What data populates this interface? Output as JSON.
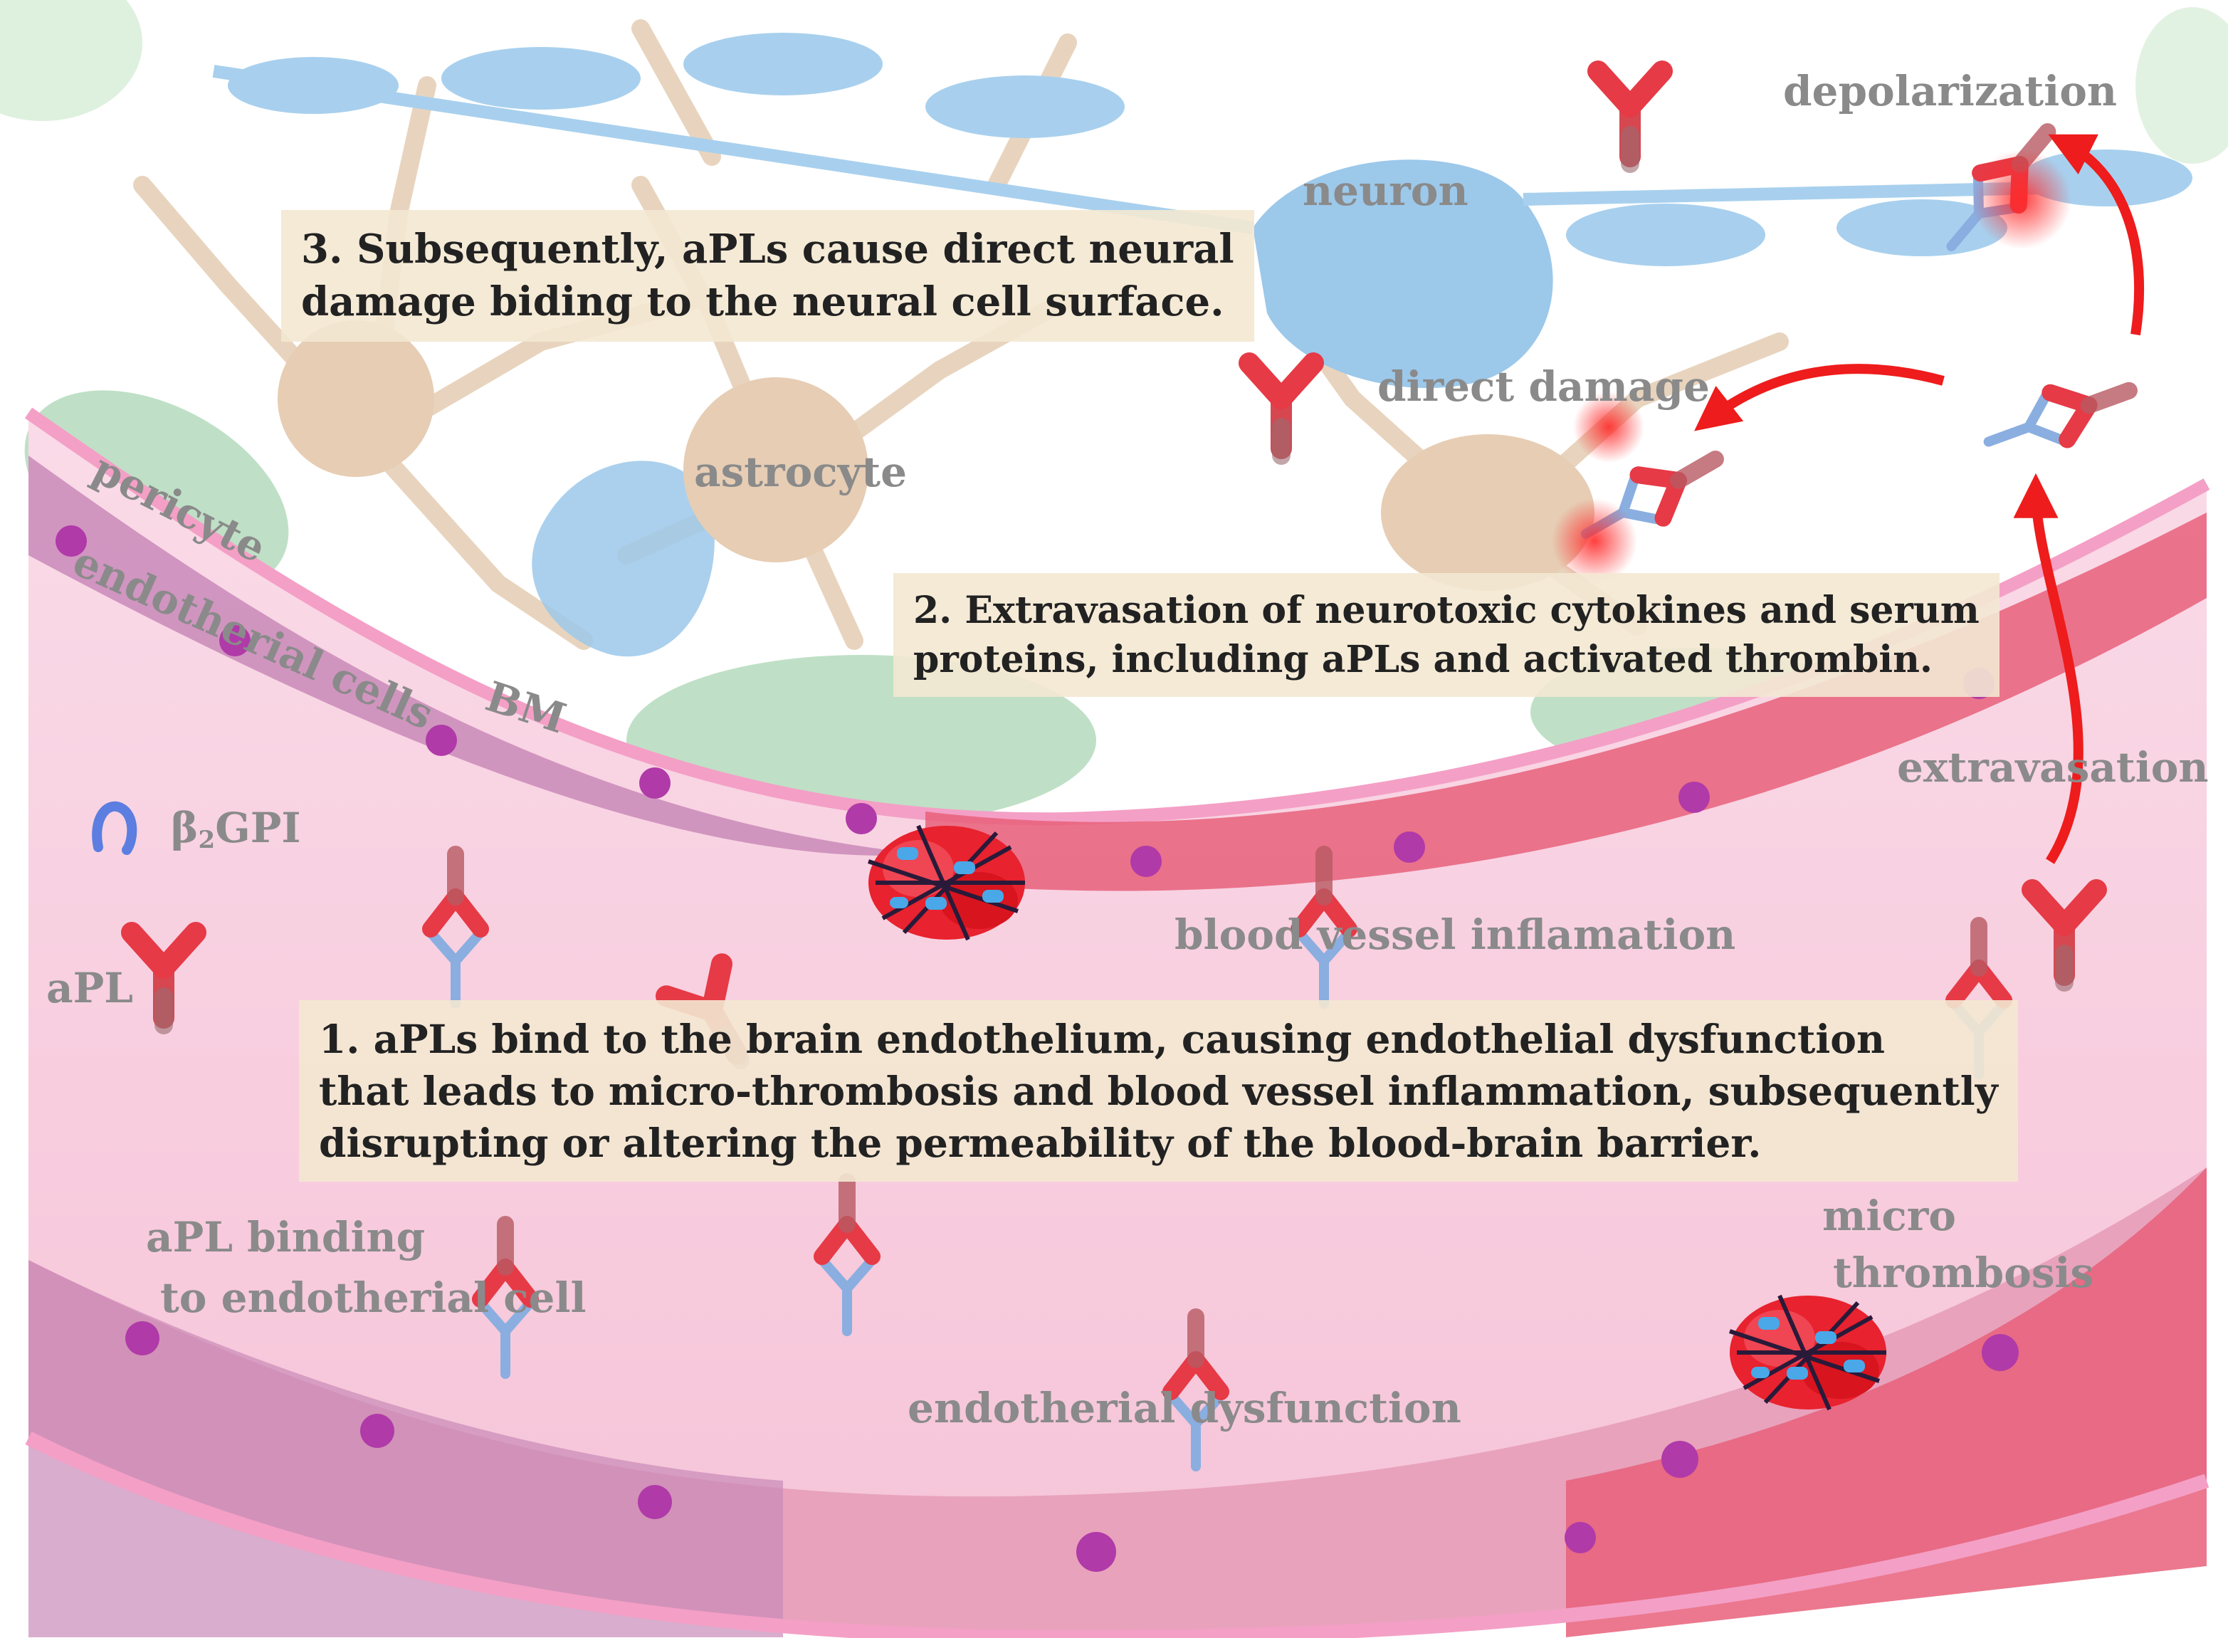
{
  "labels": {
    "depolarization": "depolarization",
    "neuron": "neuron",
    "direct_damage": "direct damage",
    "astrocyte": "astrocyte",
    "pericyte": "pericyte",
    "endotherial_cells": "endotherial cells",
    "bm": "BM",
    "extravasation": "extravasation",
    "beta2gpi_prefix": "β",
    "beta2gpi_sub": "2",
    "beta2gpi_suffix": "GPI",
    "apl": "aPL",
    "blood_vessel_inflamation": "blood vessel inflamation",
    "micro": "micro",
    "thrombosis": "thrombosis",
    "apl_binding_line1": "aPL binding",
    "apl_binding_line2": "to endotherial cell",
    "endotherial_dysfunction": "endotherial dysfunction"
  },
  "steps": {
    "step3": [
      "3. Subsequently, aPLs cause direct neural",
      "damage biding to the neural cell surface."
    ],
    "step2": [
      "2. Extravasation of neurotoxic cytokines and serum",
      "proteins, including aPLs and activated thrombin."
    ],
    "step1": [
      "1.  aPLs bind to the brain endothelium, causing endothelial dysfunction",
      "that leads to micro-thrombosis and blood vessel inflammation, subsequently",
      "disrupting or altering the permeability of the blood-brain barrier."
    ]
  },
  "colors": {
    "vessel_lumen": "#f8cfe0",
    "vessel_wall": "#f49fc6",
    "endothelial_red": "#e8607a",
    "endothelial_purple": "#c98ab8",
    "nucleus": "#b03aa8",
    "pericyte_green": "#bfe0c6",
    "neuron_blue": "#9cc8ea",
    "astrocyte_tan": "#e6cdb4",
    "antibody_red": "#e63a46",
    "b2gpi_blue": "#7aa4e0",
    "arrow_red": "#ee1c1c",
    "label_gray": "#8a8a8a",
    "box_bg": "#f3e8d2"
  },
  "icons": [
    "apl-antibody-icon",
    "b2gpi-icon",
    "neuron-icon",
    "astrocyte-icon",
    "pericyte-icon",
    "microthrombus-icon",
    "arrow-icon"
  ]
}
